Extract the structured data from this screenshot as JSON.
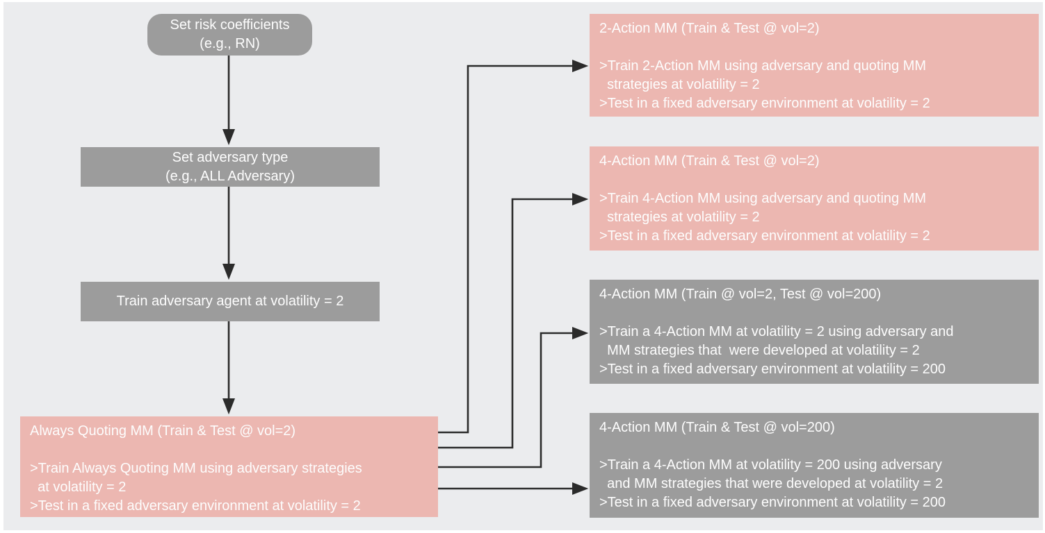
{
  "palette": {
    "panel_background": "#ebecee",
    "gray_box": "#9c9c9c",
    "pink_box": "#ecb7b1",
    "text": "#fdfdfd",
    "arrow": "#2b2b2b",
    "page_border": "#ffffff"
  },
  "flow": {
    "step_risk": {
      "line1": "Set risk coefficients",
      "line2": "(e.g., RN)"
    },
    "step_adversary": {
      "line1": "Set adversary type",
      "line2": "(e.g., ALL Adversary)"
    },
    "step_train": {
      "line1": "Train adversary agent at volatility = 2"
    },
    "always_quoting": {
      "title": "Always Quoting MM (Train & Test @ vol=2)",
      "body": [
        ">Train Always Quoting MM using adversary strategies",
        "  at volatility = 2",
        ">Test in a fixed adversary environment at volatility = 2"
      ]
    }
  },
  "results": [
    {
      "variant": "pink",
      "title": "2-Action MM (Train & Test @ vol=2)",
      "body": [
        ">Train 2-Action MM using adversary and quoting MM",
        "  strategies at volatility = 2",
        ">Test in a fixed adversary environment at volatility = 2"
      ]
    },
    {
      "variant": "pink",
      "title": "4-Action MM (Train & Test @ vol=2)",
      "body": [
        ">Train 4-Action MM using adversary and quoting MM",
        "  strategies at volatility = 2",
        ">Test in a fixed adversary environment at volatility = 2"
      ]
    },
    {
      "variant": "gray",
      "title": "4-Action MM (Train @ vol=2, Test @ vol=200)",
      "body": [
        ">Train a 4-Action MM at volatility = 2 using adversary and",
        "  MM strategies that  were developed at volatility = 2",
        ">Test in a fixed adversary environment at volatility = 200"
      ]
    },
    {
      "variant": "gray",
      "title": "4-Action MM (Train & Test @ vol=200)",
      "body": [
        ">Train a 4-Action MM at volatility = 200 using adversary",
        "  and MM strategies that were developed at volatility = 2",
        ">Test in a fixed adversary environment at volatility = 200"
      ]
    }
  ]
}
